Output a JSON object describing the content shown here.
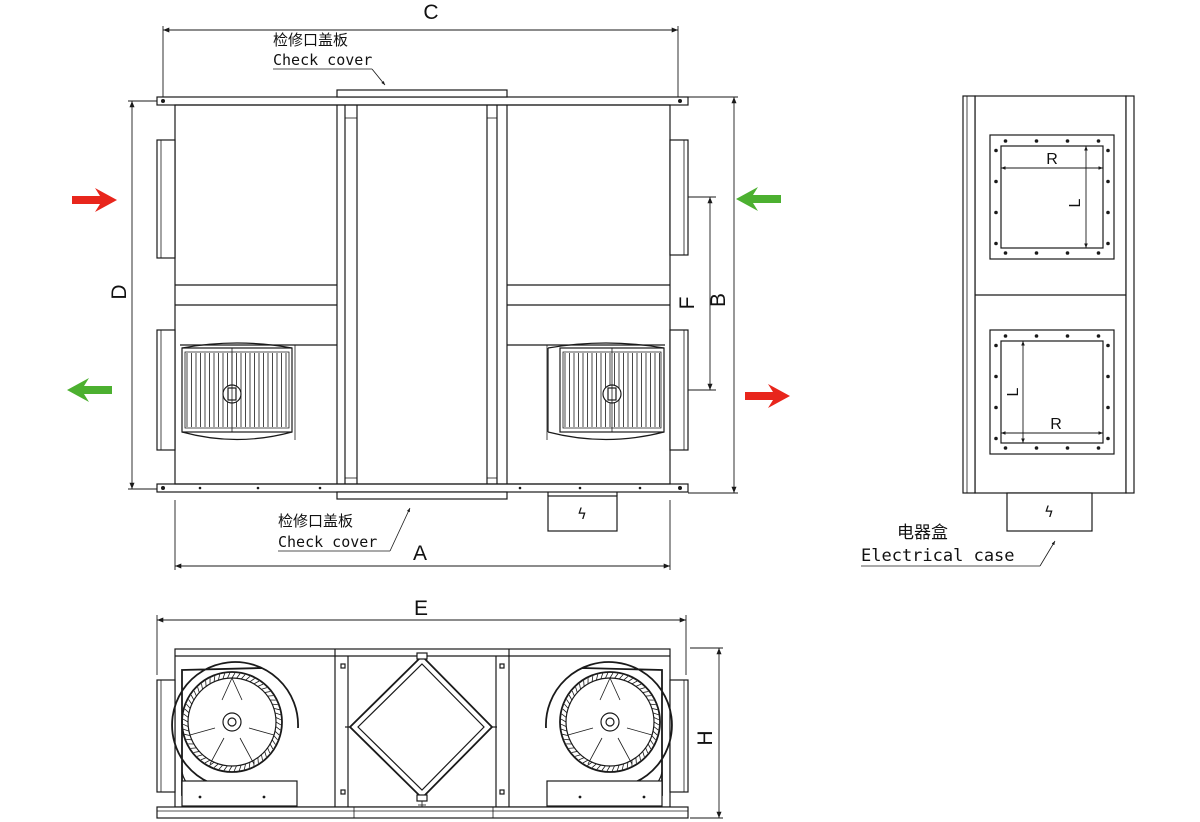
{
  "labels": {
    "dim_a": "A",
    "dim_b": "B",
    "dim_c": "C",
    "dim_d": "D",
    "dim_e": "E",
    "dim_f": "F",
    "dim_h": "H",
    "dim_r": "R",
    "dim_l": "L",
    "check_cover_cn": "检修口盖板",
    "check_cover_en": "Check cover",
    "electrical_case_cn": "电器盒",
    "electrical_case_en": "Electrical case",
    "electrical_symbol": "ϟ"
  },
  "colors": {
    "line": "#1a1a1a",
    "supply_arrow": "#e8261c",
    "exhaust_arrow": "#4cb030"
  },
  "icons": {
    "in_arrow_left": "red-arrow-right-icon",
    "out_arrow_left": "green-arrow-left-icon",
    "in_arrow_right": "green-arrow-left-icon",
    "out_arrow_right": "red-arrow-right-icon",
    "electrical": "lightning-bolt-icon"
  }
}
